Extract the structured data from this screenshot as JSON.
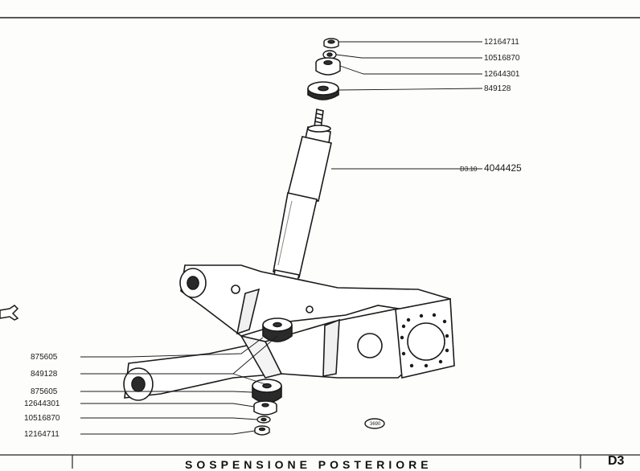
{
  "top_labels": [
    {
      "code": "12164711"
    },
    {
      "code": "10516870"
    },
    {
      "code": "12644301"
    },
    {
      "code": "849128"
    }
  ],
  "main_label": {
    "prefix": "D3.10",
    "code": "4044425"
  },
  "left_labels": [
    {
      "code": "875605"
    },
    {
      "code": "849128"
    },
    {
      "code": "875605"
    },
    {
      "code": "12644301"
    },
    {
      "code": "10516870"
    },
    {
      "code": "12164711"
    }
  ],
  "figure_number": "3690",
  "footer": {
    "title": "SOSPENSIONE POSTERIORE",
    "page_code": "D3"
  }
}
